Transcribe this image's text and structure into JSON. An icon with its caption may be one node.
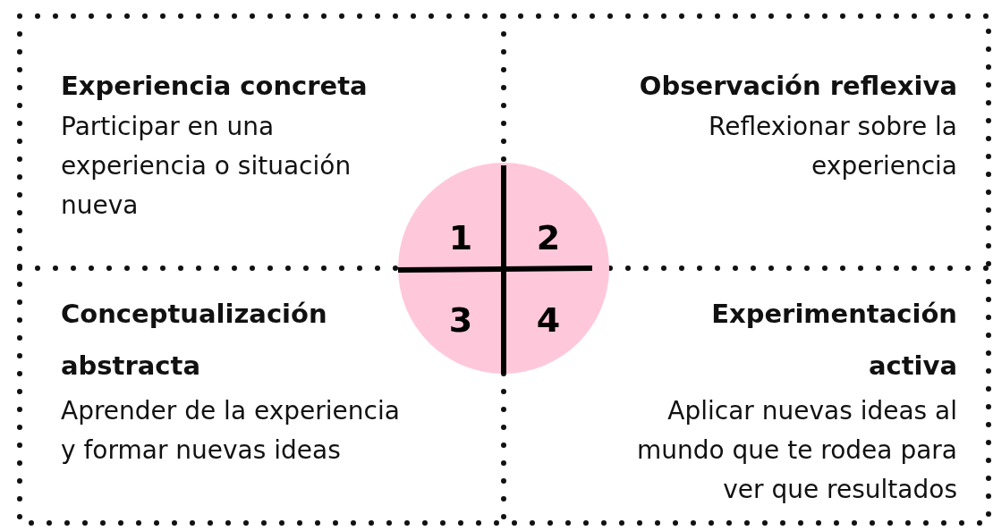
{
  "diagram": {
    "nodes": [
      {
        "text": [
          "Experiencia concreta",
          "Participar en una experiencia o situación nueva"
        ]
      },
      {
        "text": [
          "Observación reflexiva",
          "Reflexionar sobre la experiencia"
        ]
      },
      {
        "text": [
          "Conceptualización abstracta",
          "Aprender de la experiencia y formar nuevas ideas"
        ]
      },
      {
        "text": [
          "Experimentación activa",
          "Aplicar nuevas ideas al mundo que te rodea para ver que resultados"
        ]
      },
      {
        "text": [],
        "shape": "circle"
      }
    ],
    "edges": [],
    "labels": [
      "1",
      "2",
      "3",
      "4"
    ]
  }
}
